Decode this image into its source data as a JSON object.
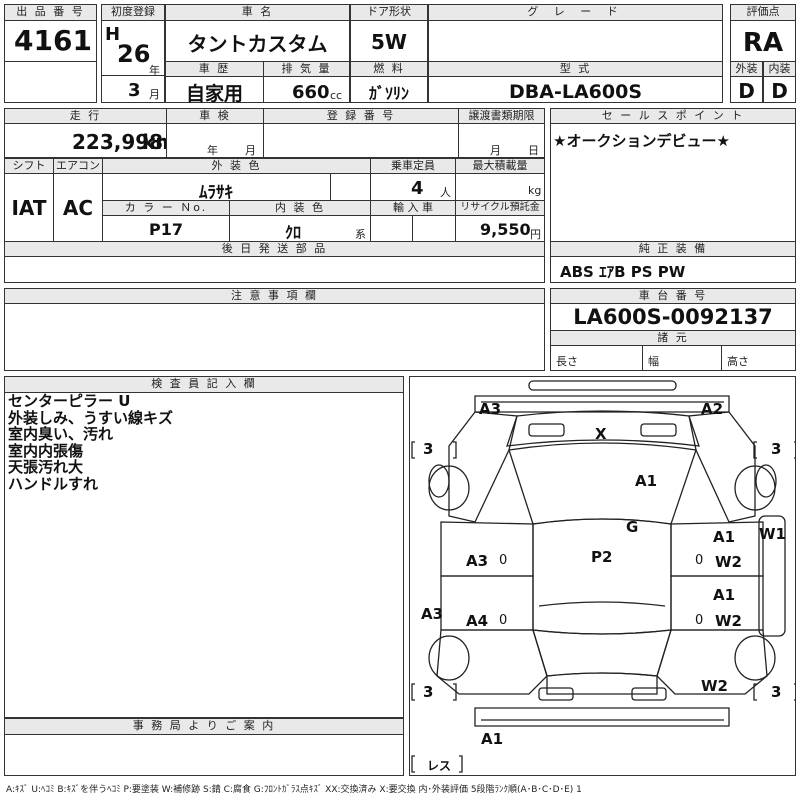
{
  "header": {
    "lot_no_label": "出 品 番 号",
    "lot_no": "4161",
    "first_reg_label": "初度登録",
    "era": "H",
    "year": "26",
    "year_unit": "年",
    "month": "3",
    "month_unit": "月",
    "car_name_label": "車 名",
    "car_name": "タントカスタム",
    "history_label": "車 歴",
    "history": "自家用",
    "displacement_label": "排 気 量",
    "displacement": "660",
    "displacement_unit": "cc",
    "door_label": "ドア形状",
    "door": "5W",
    "fuel_label": "燃 料",
    "fuel": "ｶﾞｿﾘﾝ",
    "grade_label": "グ レ ー ド",
    "grade": "",
    "model_label": "型 式",
    "model": "DBA-LA600S",
    "score_label": "評価点",
    "score": "RA",
    "ext_label": "外装",
    "ext": "D",
    "int_label": "内装",
    "int": "D"
  },
  "row2": {
    "mileage_label": "走 行",
    "mileage": "223,998",
    "mileage_unit": "km",
    "inspection_label": "車 検",
    "insp_year_unit": "年",
    "insp_month_unit": "月",
    "reg_no_label": "登 録 番 号",
    "transfer_label": "譲渡書類期限",
    "transfer_month_unit": "月",
    "transfer_day_unit": "日",
    "sales_label": "セ ー ル ス ポ イ ン ト",
    "sales_text": "★オークションデビュー★"
  },
  "row3": {
    "shift_label": "シフト",
    "shift": "IAT",
    "ac_label": "エアコン",
    "ac": "AC",
    "ext_color_label": "外 装 色",
    "ext_color": "ﾑﾗｻｷ",
    "capacity_label": "乗車定員",
    "capacity": "4",
    "capacity_unit": "人",
    "max_load_label": "最大積載量",
    "max_load_unit": "kg",
    "color_no_label": "カ ラ ー Ｎo.",
    "color_no": "P17",
    "int_color_label": "内 装 色",
    "int_color": "ｸﾛ",
    "int_color_unit": "系",
    "import_label": "輸 入 車",
    "recycle_label": "リサイクル預託金",
    "recycle": "9,550",
    "recycle_unit": "円"
  },
  "row4": {
    "later_parts_label": "後 日 発 送 部 品",
    "equipment_label": "純 正 装 備",
    "equipment": "ABS ｴｱB PS PW"
  },
  "row5": {
    "notes_label": "注 意 事 項 欄",
    "chassis_label": "車 台 番 号",
    "chassis": "LA600S-0092137",
    "spec_label": "諸 元",
    "length_label": "長さ",
    "width_label": "幅",
    "height_label": "高さ"
  },
  "inspector": {
    "label": "検 査 員 記 入 欄",
    "lines": [
      "センターピラー U",
      "外装しみ、うすい線キズ",
      "室内臭い、汚れ",
      "室内内張傷",
      "天張汚れ大",
      "ハンドルすれ"
    ]
  },
  "office": {
    "label": "事 務 局 よ り ご 案 内"
  },
  "diagram": {
    "marks": [
      "A3",
      "A2",
      "X",
      "A1",
      "G",
      "A1",
      "W1",
      "A3",
      "P2",
      "W2",
      "A1",
      "A3",
      "A4",
      "W2",
      "W2",
      "A1"
    ],
    "zeros": [
      "0",
      "0",
      "0",
      "0"
    ],
    "tyres": [
      "3",
      "3",
      "3",
      "3"
    ],
    "spare": "レス"
  },
  "legend": "A:ｷｽﾞ U:ﾍｺﾐ B:ｷｽﾞを伴うﾍｺﾐ P:要塗装 W:補修跡 S:錆 C:腐食 G:ﾌﾛﾝﾄｶﾞﾗｽ点ｷｽﾞ XX:交換済み X:要交換 内･外装評価 5段階ﾗﾝｸ順(A･B･C･D･E) 1"
}
